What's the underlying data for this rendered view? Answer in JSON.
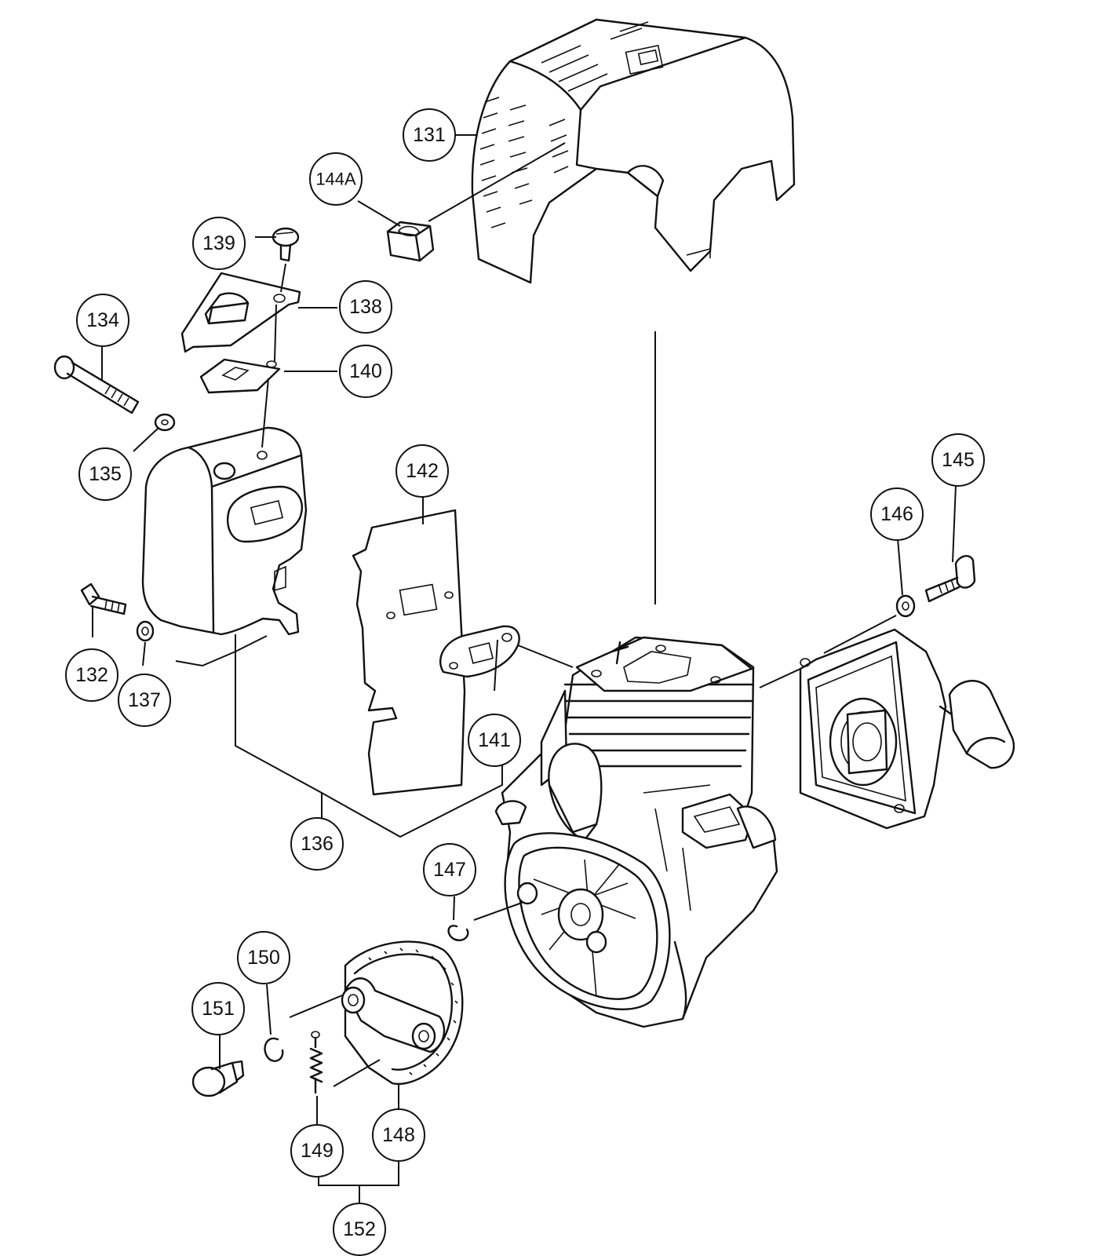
{
  "callouts": [
    {
      "id": "131",
      "label": "131"
    },
    {
      "id": "132",
      "label": "132"
    },
    {
      "id": "134",
      "label": "134"
    },
    {
      "id": "135",
      "label": "135"
    },
    {
      "id": "136",
      "label": "136"
    },
    {
      "id": "137",
      "label": "137"
    },
    {
      "id": "138",
      "label": "138"
    },
    {
      "id": "139",
      "label": "139"
    },
    {
      "id": "140",
      "label": "140"
    },
    {
      "id": "141",
      "label": "141"
    },
    {
      "id": "142",
      "label": "142"
    },
    {
      "id": "144A",
      "label": "144A"
    },
    {
      "id": "145",
      "label": "145"
    },
    {
      "id": "146",
      "label": "146"
    },
    {
      "id": "147",
      "label": "147"
    },
    {
      "id": "148",
      "label": "148"
    },
    {
      "id": "149",
      "label": "149"
    },
    {
      "id": "150",
      "label": "150"
    },
    {
      "id": "151",
      "label": "151"
    },
    {
      "id": "152",
      "label": "152"
    }
  ]
}
